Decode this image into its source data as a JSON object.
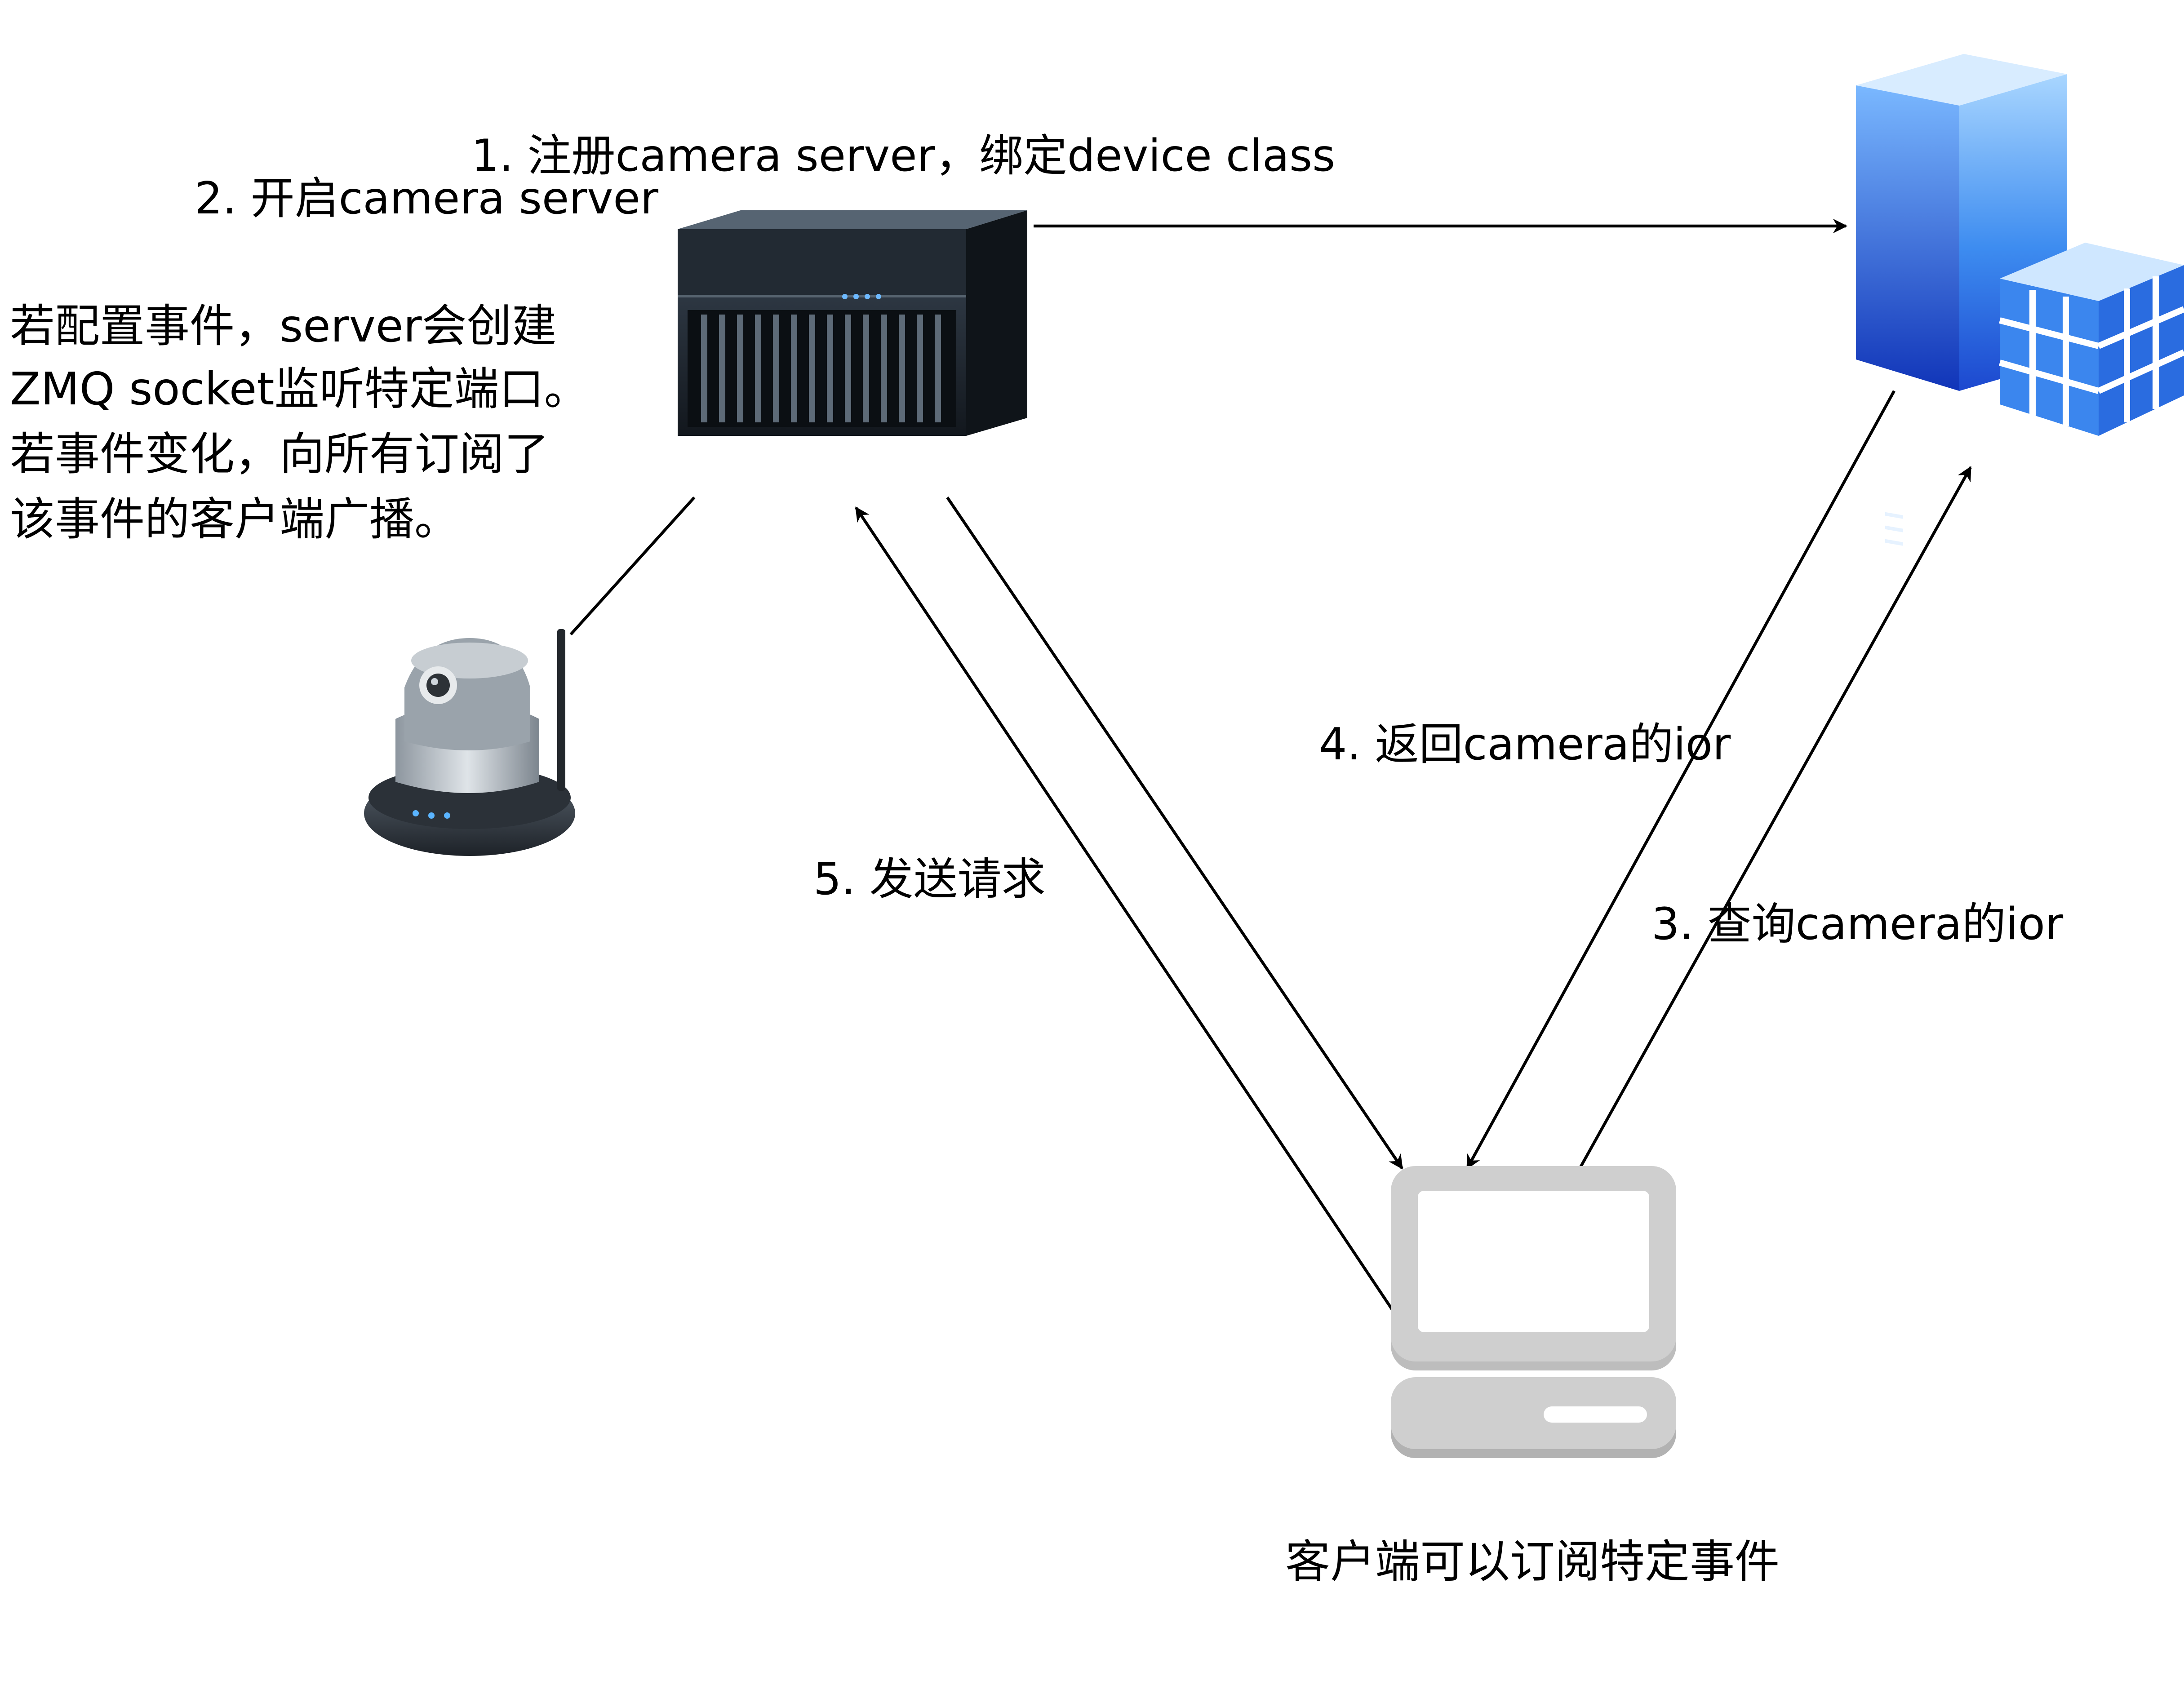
{
  "steps": {
    "register": "1. 注册camera server，绑定device class",
    "start_server": "2. 开启camera server",
    "query_ior": "3. 查询camera的ior",
    "return_ior": "4. 返回camera的ior",
    "send_request": "5. 发送请求"
  },
  "notes": {
    "server_events": [
      "若配置事件，server会创建",
      "ZMQ socket监听特定端口。",
      "若事件变化，向所有订阅了",
      "该事件的客户端广播。"
    ],
    "client_events": "客户端可以订阅特定事件"
  },
  "colors": {
    "line": "#000000",
    "registry_blue_light": "#9fd0ff",
    "registry_blue_dark": "#1a4fd6",
    "client_gray": "#c9c9c9",
    "server_black": "#1c232b"
  },
  "icons": {
    "camera_server": "rack-server-icon",
    "registry": "database-server-icon",
    "camera": "ip-camera-icon",
    "client": "desktop-computer-icon"
  }
}
